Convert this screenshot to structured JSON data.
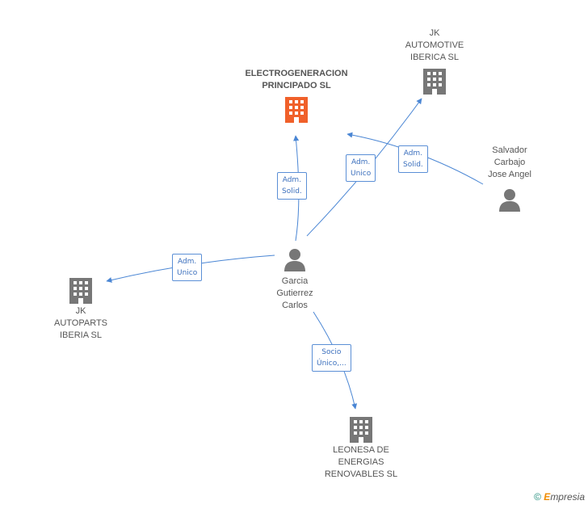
{
  "colors": {
    "edge": "#4a86d4",
    "company_gray": "#777777",
    "company_main": "#f0602a",
    "person": "#777777"
  },
  "nodes": {
    "electrogeneracion": {
      "label": "ELECTROGENERACION\nPRINCIPADO SL",
      "icon": "building-icon"
    },
    "jk_automotive": {
      "label": "JK\nAUTOMOTIVE\nIBERICA SL",
      "icon": "building-icon"
    },
    "salvador": {
      "label": "Salvador\nCarbajo\nJose Angel",
      "icon": "person-icon"
    },
    "garcia": {
      "label": "Garcia\nGutierrez\nCarlos",
      "icon": "person-icon"
    },
    "jk_autoparts": {
      "label": "JK\nAUTOPARTS\nIBERIA SL",
      "icon": "building-icon"
    },
    "leonesa": {
      "label": "LEONESA DE\nENERGIAS\nRENOVABLES SL",
      "icon": "building-icon"
    }
  },
  "edges": {
    "garcia_electro": "Adm.\nSolid.",
    "garcia_automotive": "Adm.\nUnico",
    "salvador_electro": "Adm.\nSolid.",
    "garcia_autoparts": "Adm.\nUnico",
    "garcia_leonesa": "Socio\nÚnico,..."
  },
  "footer": {
    "copyright": "©",
    "brand_e": "E",
    "brand_rest": "mpresia"
  }
}
